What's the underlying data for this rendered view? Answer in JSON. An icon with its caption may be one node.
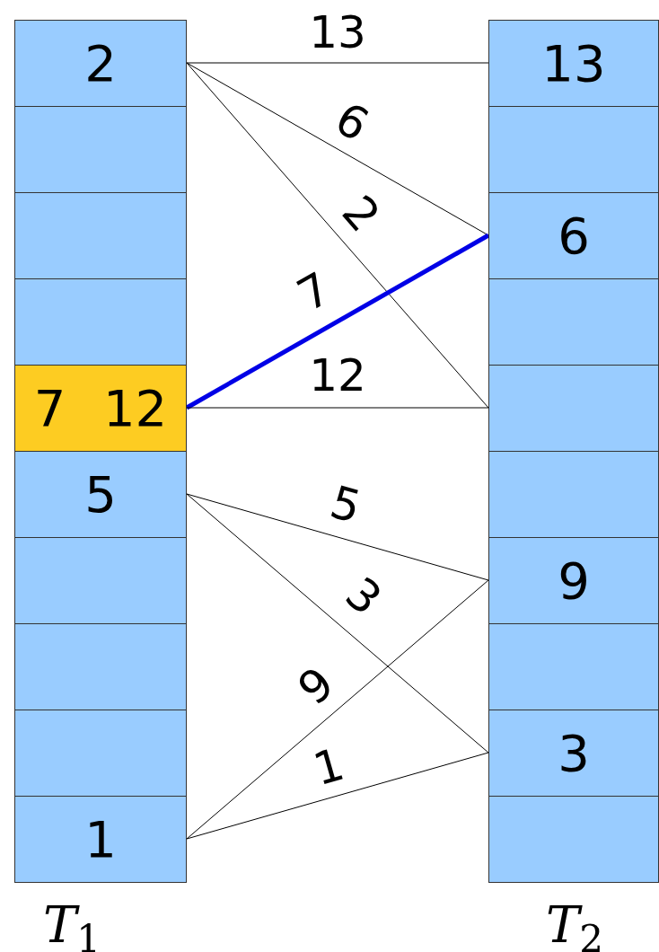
{
  "diagram": {
    "nodes": [
      {
        "text": [
          "2"
        ]
      },
      {
        "text": [],
        "shape": "box"
      },
      {
        "text": [],
        "shape": "box"
      },
      {
        "text": [],
        "shape": "box"
      },
      {
        "text": [
          "7",
          "12"
        ]
      },
      {
        "text": [
          "5"
        ]
      },
      {
        "text": [],
        "shape": "box"
      },
      {
        "text": [],
        "shape": "box"
      },
      {
        "text": [],
        "shape": "box"
      },
      {
        "text": [
          "1"
        ]
      },
      {
        "text": [
          "13"
        ]
      },
      {
        "text": [],
        "shape": "box"
      },
      {
        "text": [
          "6"
        ]
      },
      {
        "text": [],
        "shape": "box"
      },
      {
        "text": [],
        "shape": "box"
      },
      {
        "text": [],
        "shape": "box"
      },
      {
        "text": [
          "9"
        ]
      },
      {
        "text": [],
        "shape": "box"
      },
      {
        "text": [
          "3"
        ]
      },
      {
        "text": [],
        "shape": "box"
      }
    ],
    "edges": [
      {
        "from": 0,
        "to": 10,
        "arrow": "none",
        "label": "13"
      },
      {
        "from": 0,
        "to": 12,
        "arrow": "none",
        "label": "6"
      },
      {
        "from": 0,
        "to": 14,
        "arrow": "none",
        "label": "2"
      },
      {
        "from": 4,
        "to": 12,
        "arrow": "none",
        "label": "7",
        "style": "thick",
        "color": "#0000e6"
      },
      {
        "from": 4,
        "to": 14,
        "arrow": "none",
        "label": "12"
      },
      {
        "from": 5,
        "to": 16,
        "arrow": "none",
        "label": "5"
      },
      {
        "from": 5,
        "to": 18,
        "arrow": "none",
        "label": "3"
      },
      {
        "from": 9,
        "to": 16,
        "arrow": "none",
        "label": "9"
      },
      {
        "from": 9,
        "to": 18,
        "arrow": "none",
        "label": "1"
      }
    ],
    "labels": [
      "*T*$_{1}$",
      "*T*$_{2}$"
    ]
  }
}
